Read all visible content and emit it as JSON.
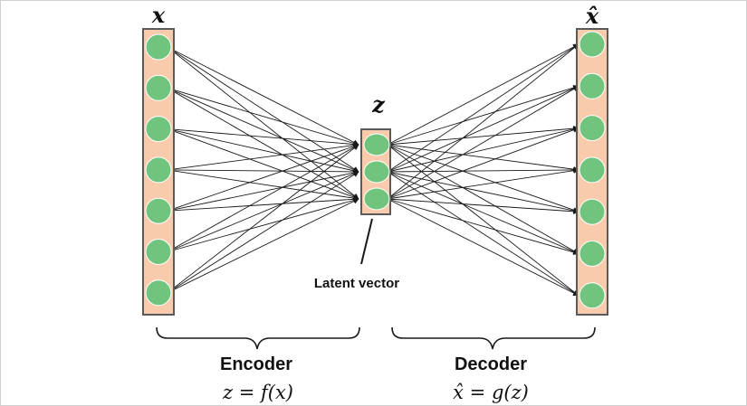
{
  "diagram": {
    "layers": [
      {
        "id": "input",
        "label": "x",
        "nodes": 7
      },
      {
        "id": "latent",
        "label": "z",
        "nodes": 3
      },
      {
        "id": "output",
        "label": "x̂",
        "nodes": 7
      }
    ],
    "latent_callout": "Latent vector",
    "encoder": {
      "title": "Encoder",
      "formula": "z = f(x)"
    },
    "decoder": {
      "title": "Decoder",
      "formula": "x̂ = g(z)"
    },
    "colors": {
      "layer_fill": "#f8cbad",
      "layer_border": "#5a5a5a",
      "node_fill": "#70c47e",
      "edge": "#1a1a1a"
    }
  }
}
